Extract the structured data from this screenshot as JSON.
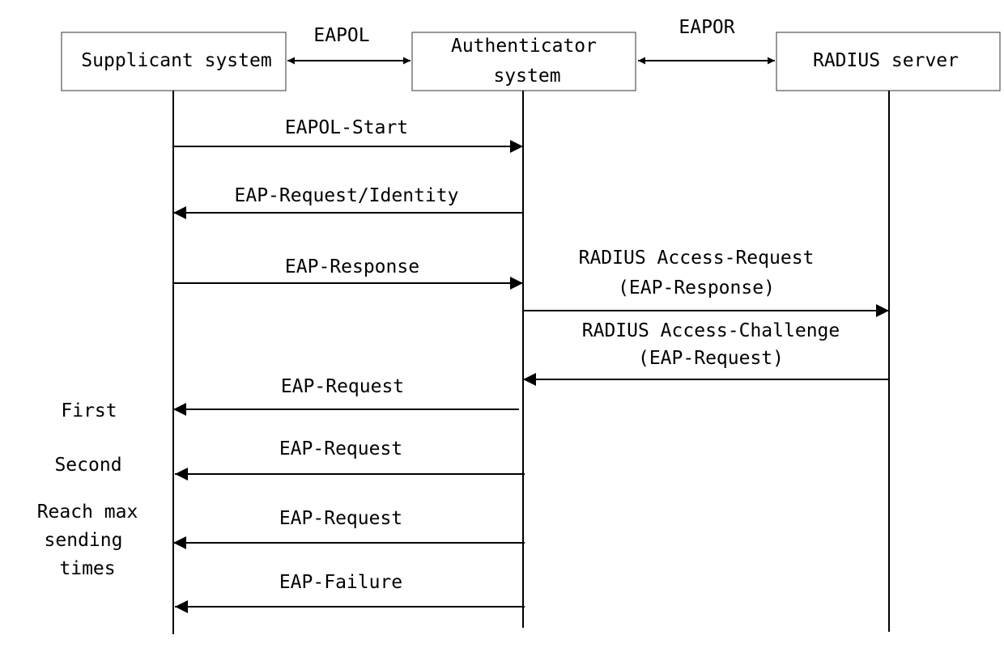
{
  "entities": {
    "supplicant": "Supplicant system",
    "authenticator_line1": "Authenticator",
    "authenticator_line2": "system",
    "radius": "RADIUS server"
  },
  "protocols": {
    "supplicant_authenticator": "EAPOL",
    "authenticator_radius": "EAPOR"
  },
  "messages": {
    "eapol_start": "EAPOL-Start",
    "eap_request_identity": "EAP-Request/Identity",
    "eap_response": "EAP-Response",
    "radius_access_request_line1": "RADIUS Access-Request",
    "radius_access_request_line2": "(EAP-Response)",
    "radius_access_challenge_line1": "RADIUS Access-Challenge",
    "radius_access_challenge_line2": "(EAP-Request)",
    "eap_request_first": "EAP-Request",
    "eap_request_second": "EAP-Request",
    "eap_request_max": "EAP-Request",
    "eap_failure": "EAP-Failure"
  },
  "annotations": {
    "first": "First",
    "second": "Second",
    "reach_max_line1": "Reach max",
    "reach_max_line2": "sending",
    "reach_max_line3": "times"
  }
}
